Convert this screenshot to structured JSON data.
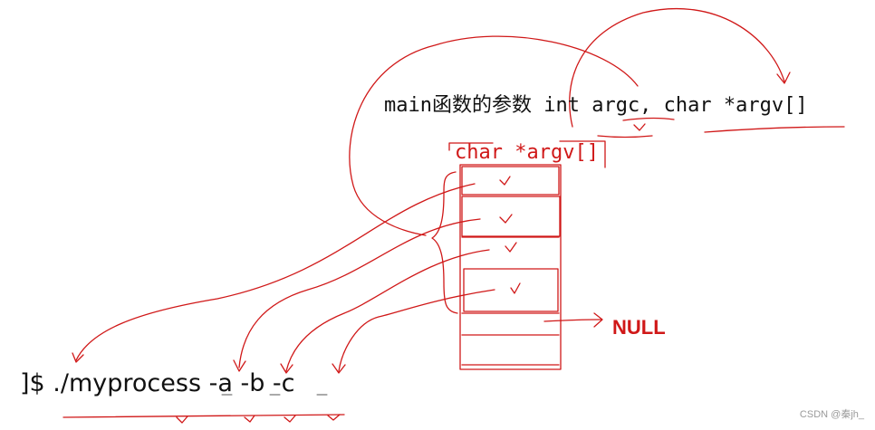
{
  "signature": "main函数的参数 int argc, char *argv[]",
  "argv_label": "char *argv[]",
  "null_label": "NULL",
  "command": "]$ ./myprocess -a -b -c",
  "watermark": "CSDN @秦jh_",
  "colors": {
    "ink": "#111111",
    "annotation": "#d01818",
    "watermark": "#9a9a9a"
  }
}
